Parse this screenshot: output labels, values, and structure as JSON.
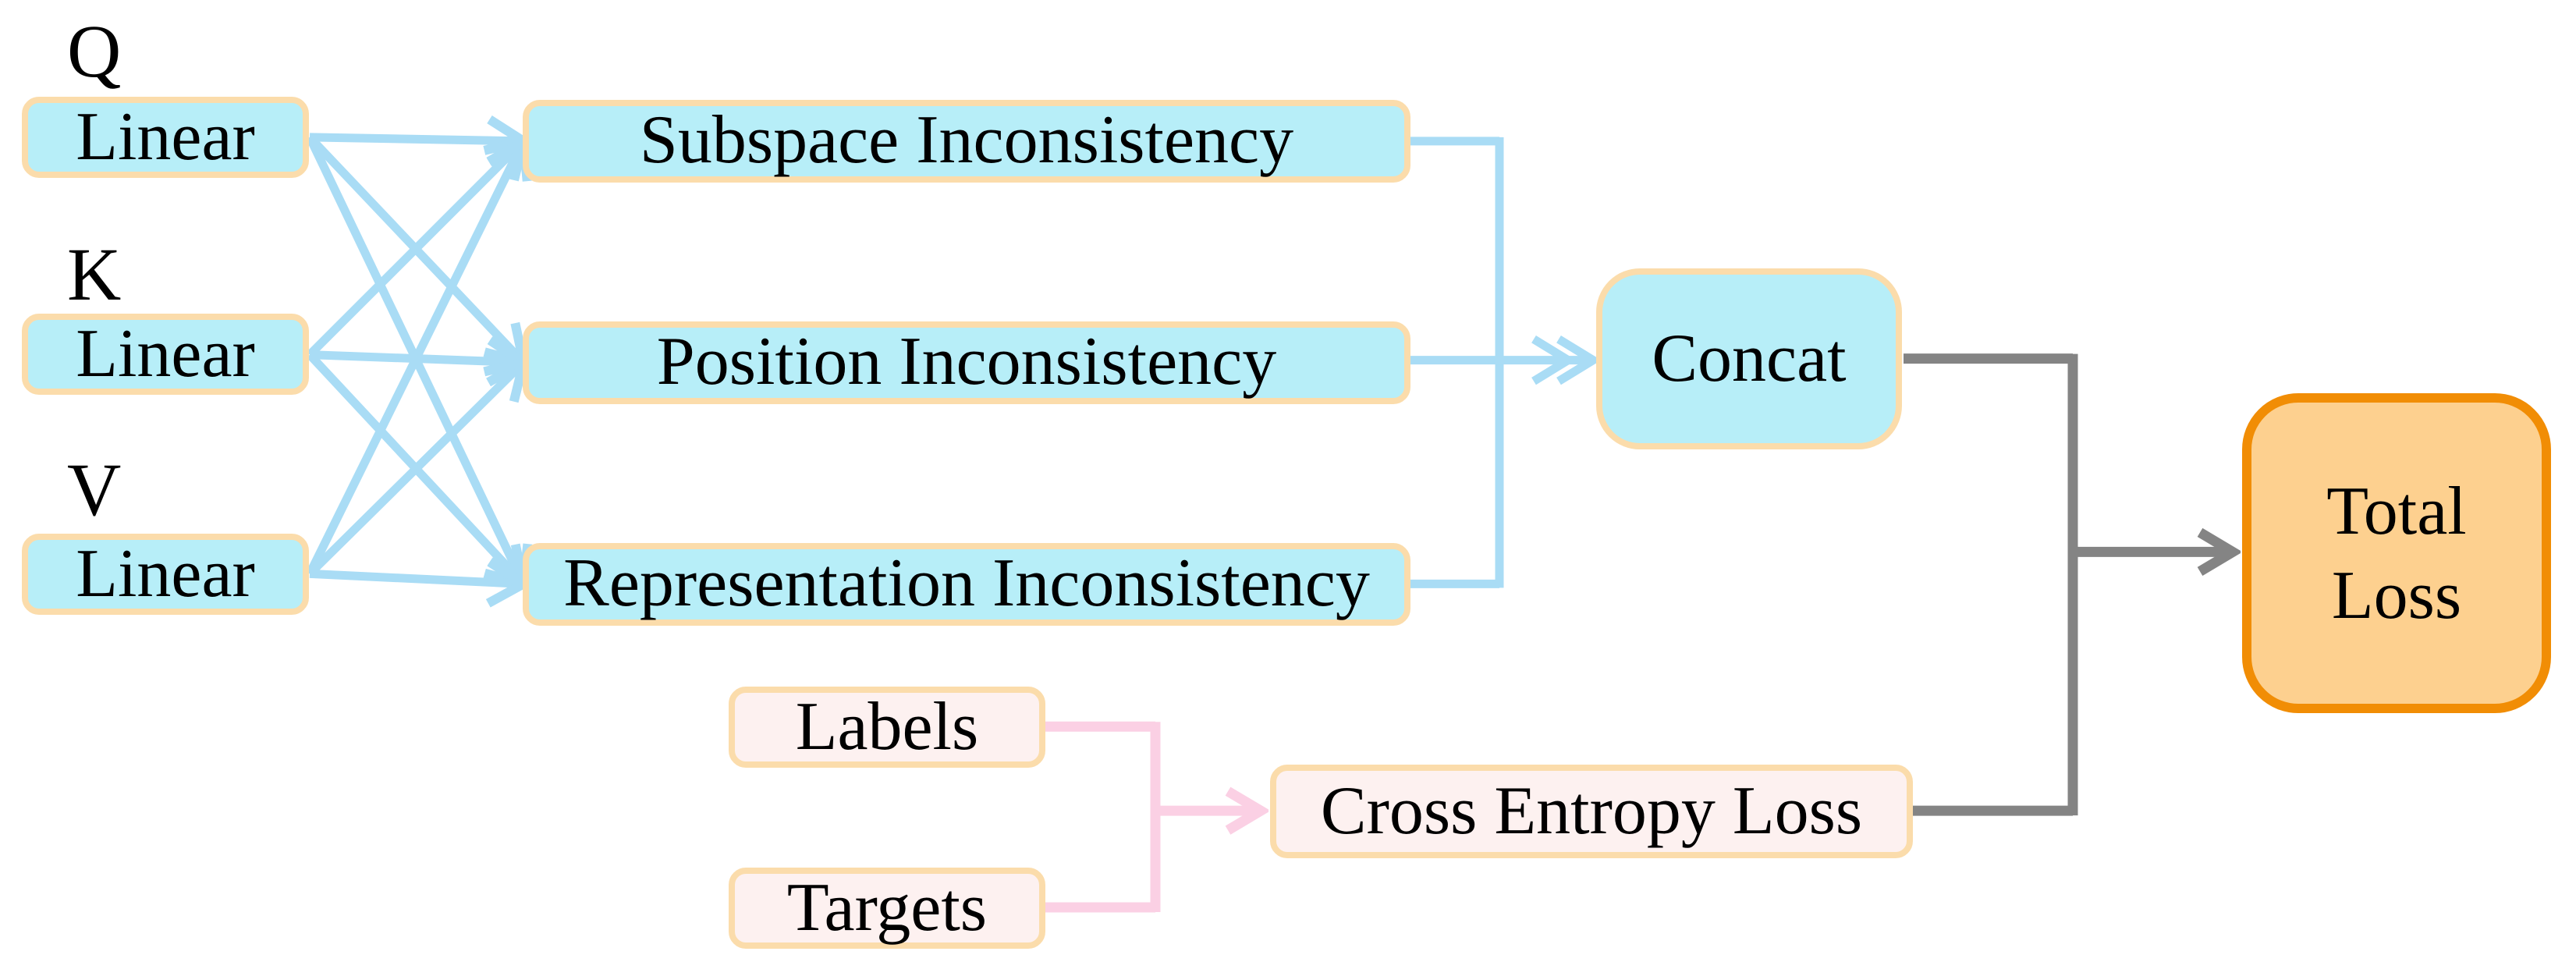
{
  "diagram": {
    "background_color": "#ffffff",
    "colors": {
      "node_fill_cyan": "#b7eef8",
      "node_border_peach": "#fbdcab",
      "arrow_cyan": "#a9dcf5",
      "node_fill_pink": "#fdf1f0",
      "arrow_pink": "#fbd0e4",
      "arrow_gray": "#848484",
      "total_loss_fill": "#fdd08f",
      "total_loss_border": "#f18d05",
      "text_color": "#000000"
    },
    "input_labels": {
      "q": "Q",
      "k": "K",
      "v": "V"
    },
    "nodes": {
      "linear_q": {
        "label": "Linear"
      },
      "linear_k": {
        "label": "Linear"
      },
      "linear_v": {
        "label": "Linear"
      },
      "subspace": {
        "label": "Subspace Inconsistency"
      },
      "position": {
        "label": "Position Inconsistency"
      },
      "representation": {
        "label": "Representation Inconsistency"
      },
      "concat": {
        "label": "Concat"
      },
      "labels": {
        "label": "Labels"
      },
      "targets": {
        "label": "Targets"
      },
      "cross_entropy": {
        "label": "Cross Entropy Loss"
      },
      "total_loss": {
        "label": "Total Loss"
      }
    },
    "edges": [
      {
        "from": "linear_q",
        "to": "subspace",
        "color": "cyan"
      },
      {
        "from": "linear_q",
        "to": "position",
        "color": "cyan"
      },
      {
        "from": "linear_q",
        "to": "representation",
        "color": "cyan"
      },
      {
        "from": "linear_k",
        "to": "subspace",
        "color": "cyan"
      },
      {
        "from": "linear_k",
        "to": "position",
        "color": "cyan"
      },
      {
        "from": "linear_k",
        "to": "representation",
        "color": "cyan"
      },
      {
        "from": "linear_v",
        "to": "subspace",
        "color": "cyan"
      },
      {
        "from": "linear_v",
        "to": "position",
        "color": "cyan"
      },
      {
        "from": "linear_v",
        "to": "representation",
        "color": "cyan"
      },
      {
        "from": "subspace",
        "to": "concat",
        "color": "cyan"
      },
      {
        "from": "position",
        "to": "concat",
        "color": "cyan"
      },
      {
        "from": "representation",
        "to": "concat",
        "color": "cyan"
      },
      {
        "from": "labels",
        "to": "cross_entropy",
        "color": "pink"
      },
      {
        "from": "targets",
        "to": "cross_entropy",
        "color": "pink"
      },
      {
        "from": "concat",
        "to": "total_loss",
        "color": "gray"
      },
      {
        "from": "cross_entropy",
        "to": "total_loss",
        "color": "gray"
      }
    ]
  }
}
